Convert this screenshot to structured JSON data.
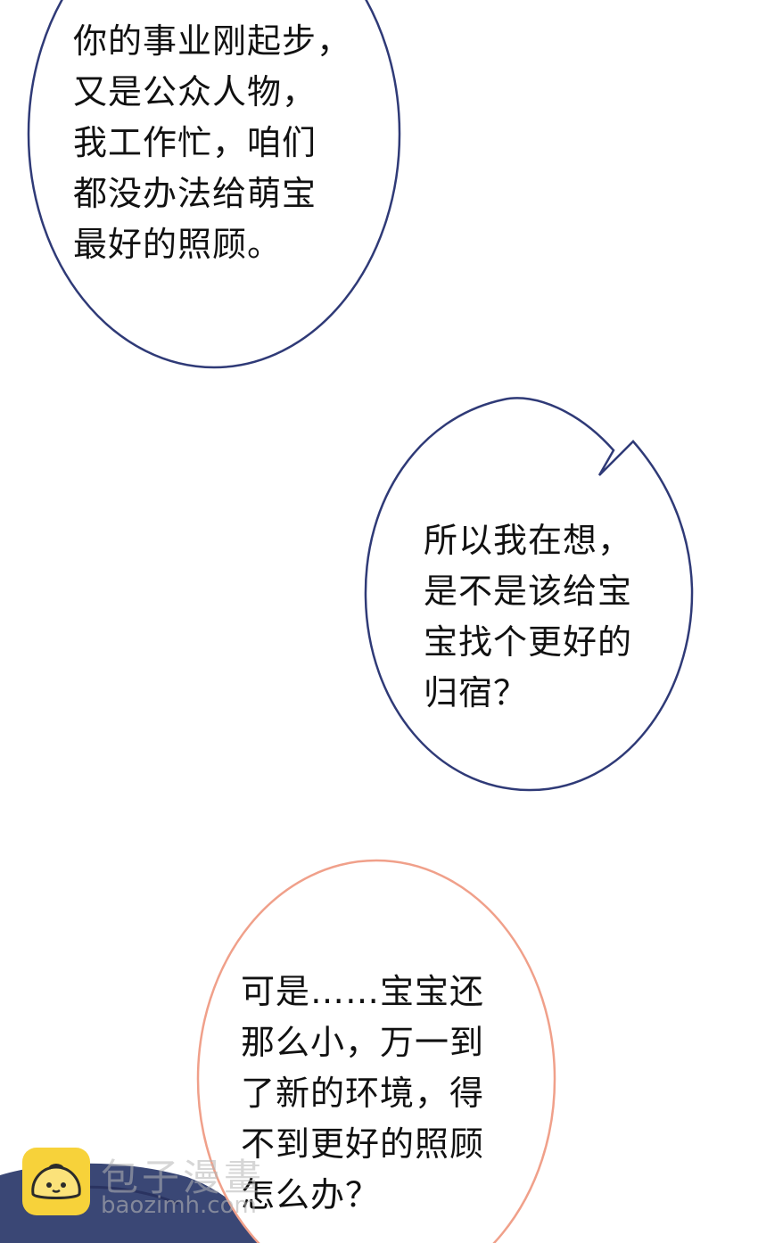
{
  "palette": {
    "bubble_outline_dark": "#2f3a77",
    "bubble_outline_pink": "#f0a08a",
    "text": "#111111",
    "background": "#ffffff",
    "figure_fill": "#3a4775",
    "logo_yellow": "#f7d23a"
  },
  "bubbles": [
    {
      "lines": [
        "你的事业刚起步，",
        "又是公众人物，",
        "我工作忙，咱们",
        "都没办法给萌宝",
        "最好的照顾。"
      ]
    },
    {
      "lines": [
        "所以我在想，",
        "是不是该给宝",
        "宝找个更好的",
        "归宿？"
      ]
    },
    {
      "lines": [
        "可是……宝宝还",
        "那么小，万一到",
        "了新的环境，得",
        "不到更好的照顾",
        "怎么办？"
      ]
    }
  ],
  "watermark": {
    "name": "包子漫畫",
    "url": "baozimh.com",
    "logo_icon": "bun-mascot-icon"
  }
}
